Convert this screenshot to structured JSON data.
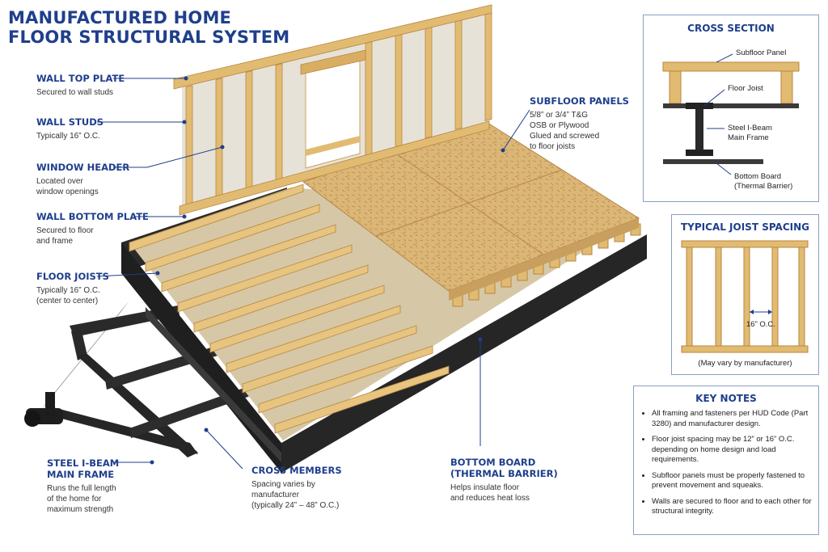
{
  "title": {
    "line1": "MANUFACTURED HOME",
    "line2": "FLOOR STRUCTURAL SYSTEM"
  },
  "callouts": {
    "wall_top_plate": {
      "heading": "WALL TOP PLATE",
      "desc": "Secured to wall studs"
    },
    "wall_studs": {
      "heading": "WALL STUDS",
      "desc": "Typically 16” O.C."
    },
    "window_header": {
      "heading": "WINDOW HEADER",
      "desc": "Located over\nwindow openings"
    },
    "wall_bottom_plate": {
      "heading": "WALL BOTTOM PLATE",
      "desc": "Secured to floor\nand frame"
    },
    "floor_joists": {
      "heading": "FLOOR JOISTS",
      "desc": "Typically 16” O.C.\n(center to center)"
    },
    "steel_ibeam": {
      "heading": "STEEL I-BEAM\nMAIN FRAME",
      "desc": "Runs the full length\nof the home for\nmaximum strength"
    },
    "cross_members": {
      "heading": "CROSS MEMBERS",
      "desc": "Spacing varies by\nmanufacturer\n(typically 24” – 48” O.C.)"
    },
    "bottom_board": {
      "heading": "BOTTOM BOARD\n(THERMAL BARRIER)",
      "desc": "Helps insulate floor\nand reduces heat loss"
    },
    "subfloor_panels": {
      "heading": "SUBFLOOR PANELS",
      "desc": "5/8” or 3/4” T&G\nOSB or Plywood\nGlued and screwed\nto floor joists"
    }
  },
  "cross_section": {
    "title": "CROSS SECTION",
    "subfloor": "Subfloor Panel",
    "joist": "Floor Joist",
    "ibeam": "Steel I-Beam\nMain Frame",
    "bottom_board": "Bottom Board\n(Thermal Barrier)"
  },
  "joist_spacing": {
    "title": "TYPICAL JOIST SPACING",
    "dimension": "16” O.C.",
    "note": "(May vary by manufacturer)"
  },
  "key_notes": {
    "title": "KEY NOTES",
    "items": [
      "All framing and fasteners per HUD Code (Part 3280) and manufacturer design.",
      "Floor joist spacing may be 12” or 16” O.C. depending on home design and load requirements.",
      "Subfloor panels must be properly fastened to prevent movement and squeaks.",
      "Walls are secured to floor and to each other for structural integrity."
    ]
  },
  "colors": {
    "accent": "#1f3f8c",
    "wood": "#e7c47f",
    "wood_dark": "#b8863f",
    "osb": "#dcb676",
    "steel": "#2b2b2b",
    "wall_board": "#e6e2d8"
  }
}
